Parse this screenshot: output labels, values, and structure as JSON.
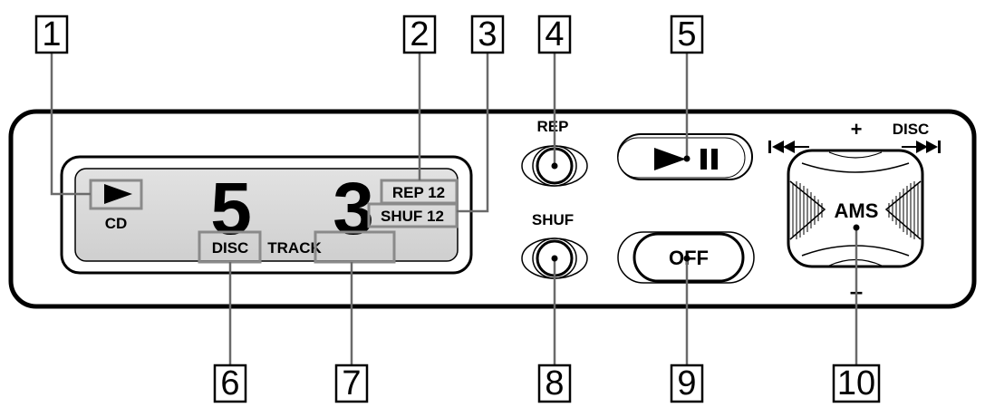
{
  "callouts": [
    "1",
    "2",
    "3",
    "4",
    "5",
    "6",
    "7",
    "8",
    "9",
    "10"
  ],
  "display": {
    "play_indicator_label": "CD",
    "disc_digit": "5",
    "track_digit": "3",
    "rep_indicator": "REP 12",
    "shuf_indicator": "SHUF 12",
    "disc_label": "DISC",
    "track_label": "TRACK"
  },
  "buttons": {
    "rep_label": "REP",
    "shuf_label": "SHUF",
    "off_label": "OFF",
    "ams_label": "AMS",
    "disc_label": "DISC",
    "plus_label": "+",
    "minus_label": "–"
  },
  "icons": {
    "play_indicator": "play-triangle-icon",
    "play_pause": "play-pause-icon",
    "prev_track": "skip-previous-icon",
    "next_track": "skip-next-icon"
  }
}
